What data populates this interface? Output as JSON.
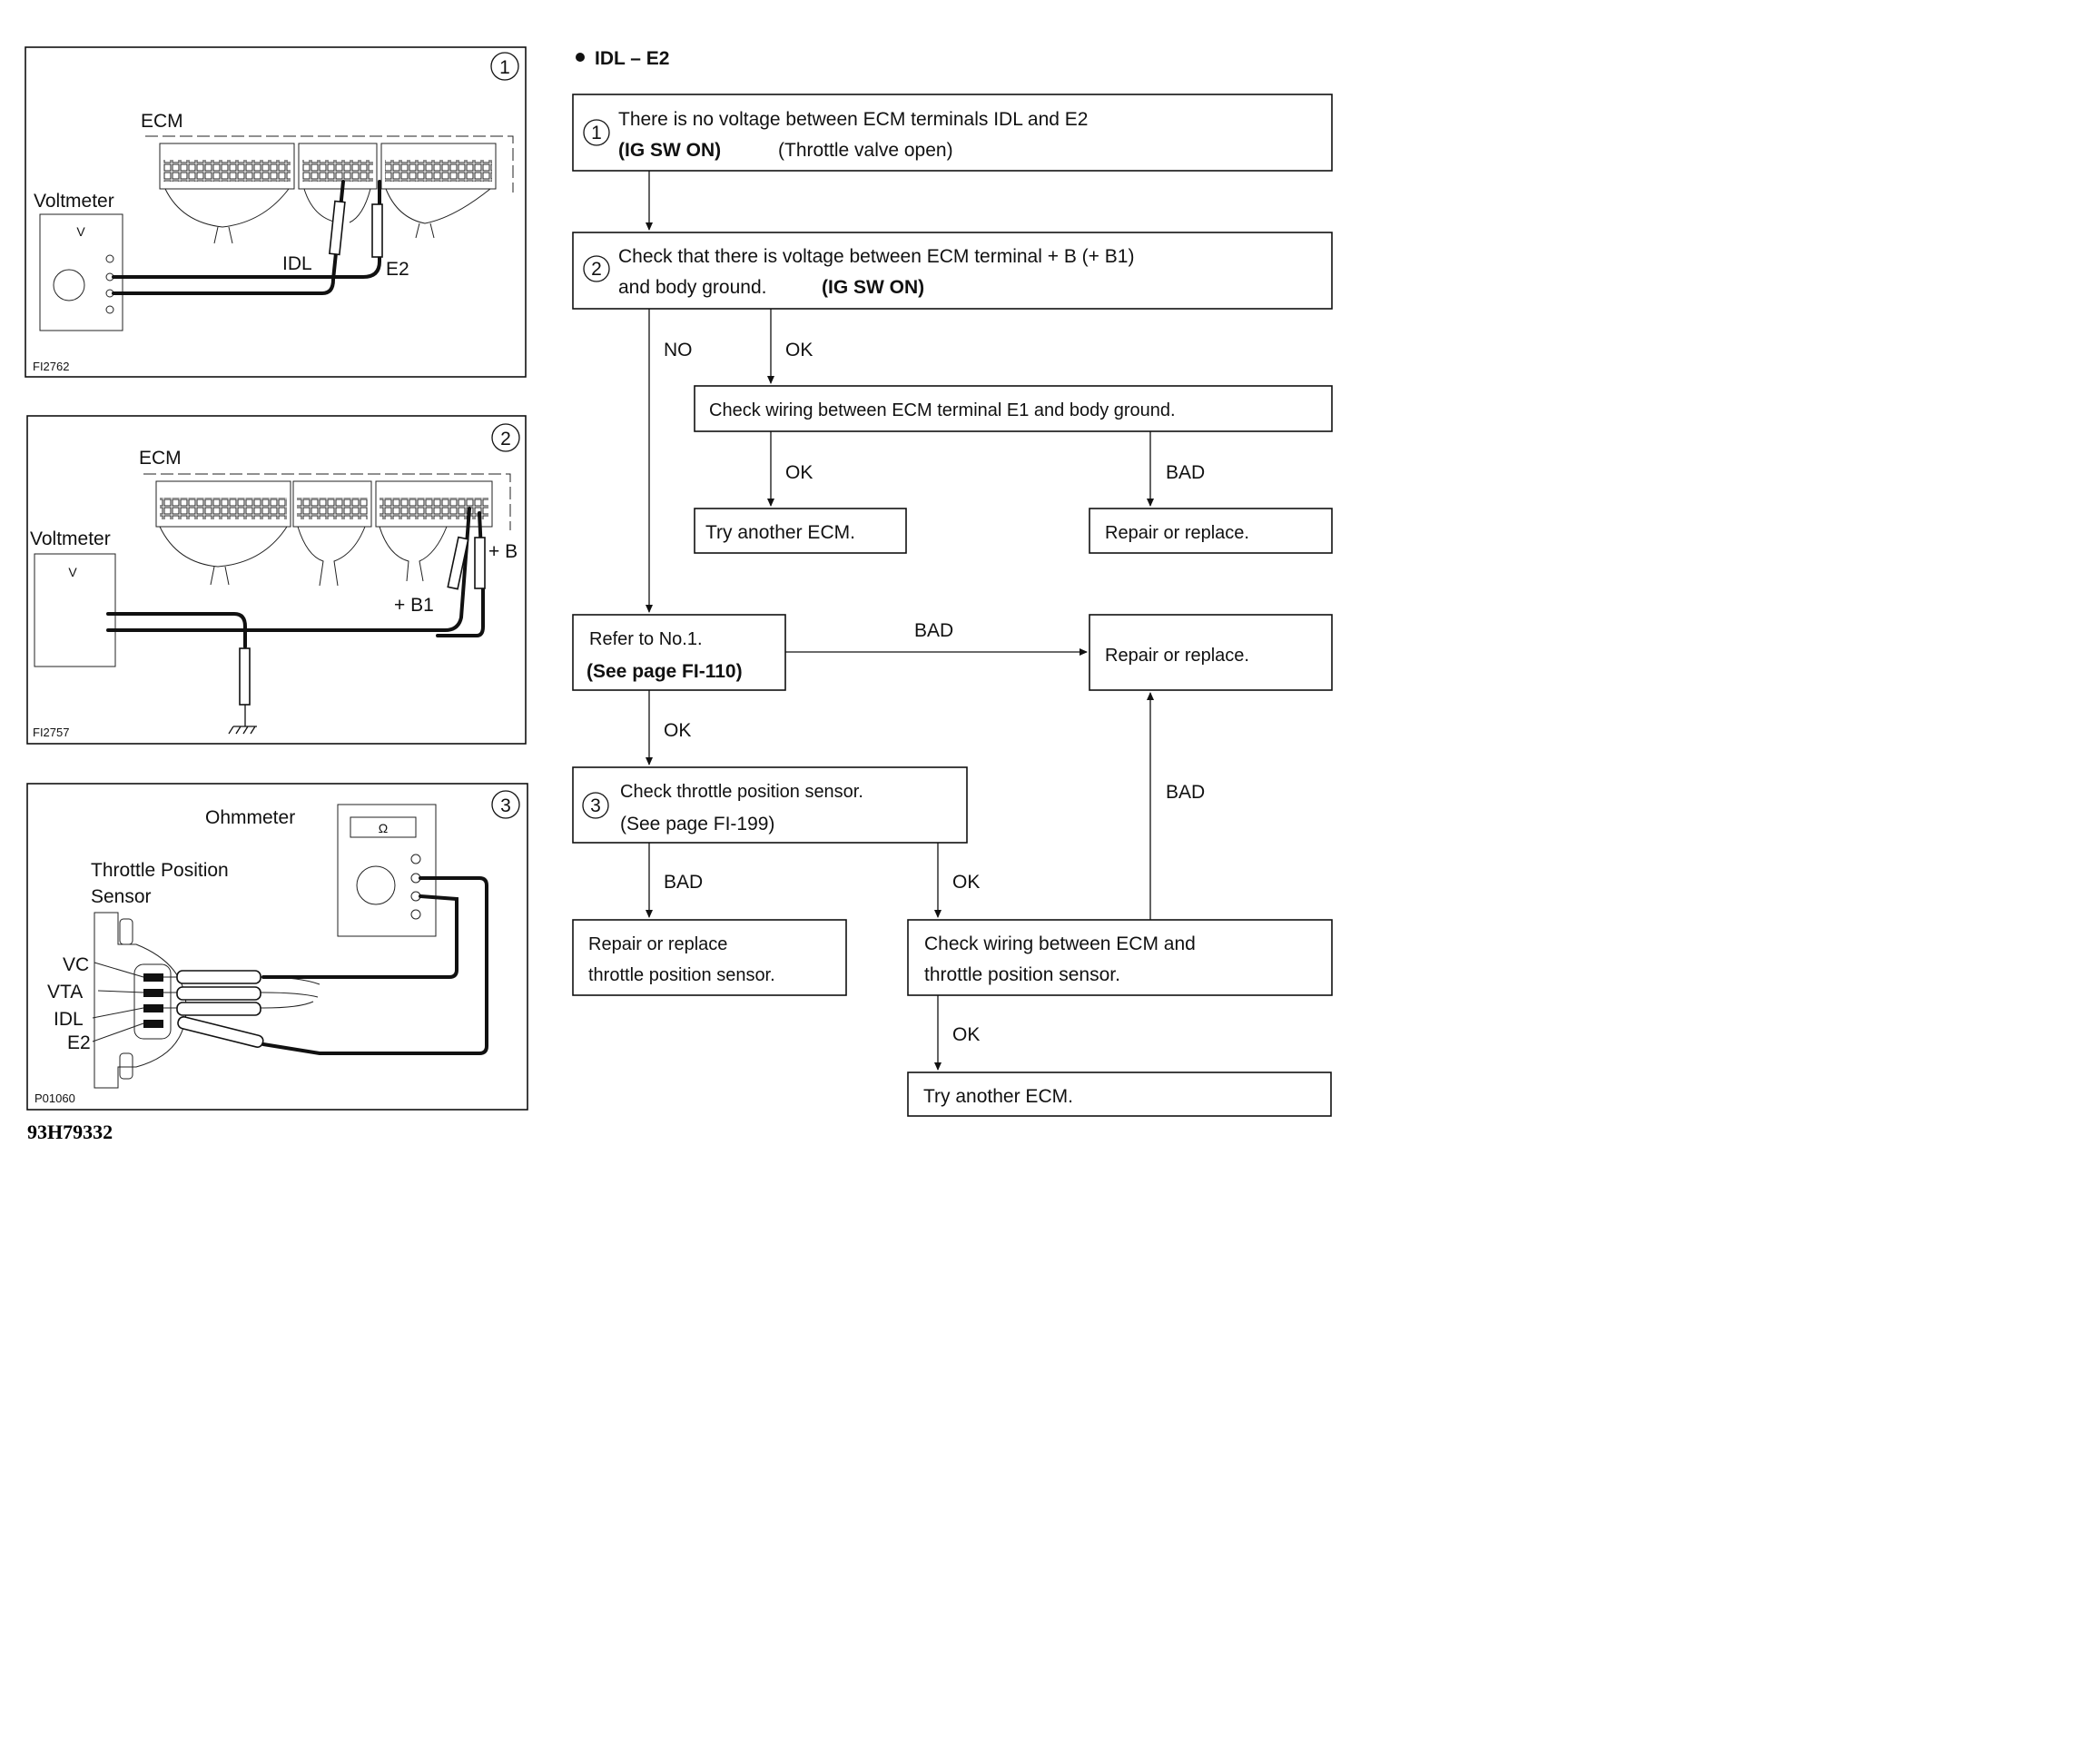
{
  "section_title": "IDL – E2",
  "step1": {
    "number": "1",
    "line1": "There is no voltage between ECM terminals IDL and E2",
    "line2_bold": "(IG SW ON)",
    "line2_rest": "(Throttle valve open)"
  },
  "step2": {
    "number": "2",
    "line1": "Check that there is voltage between ECM terminal + B (+ B1)",
    "line2_pre": "and body ground.",
    "line2_bold": "(IG SW ON)"
  },
  "check_e1": "Check wiring between ECM terminal E1 and body ground.",
  "try_ecm_1": "Try another ECM.",
  "repair_1": "Repair or replace.",
  "refer": {
    "line1": "Refer to No.1.",
    "line2": "(See page FI-110)"
  },
  "repair_2": "Repair or replace.",
  "step3": {
    "number": "3",
    "line1": "Check throttle position sensor.",
    "line2": "(See page FI-199)"
  },
  "repair_tps": {
    "line1": "Repair or replace",
    "line2": "throttle position sensor."
  },
  "check_wiring": {
    "line1": "Check wiring between ECM and",
    "line2": "throttle position sensor."
  },
  "try_ecm_2": "Try another ECM.",
  "edges": {
    "no": "NO",
    "ok": "OK",
    "bad": "BAD"
  },
  "fig1": {
    "number": "1",
    "ecm": "ECM",
    "voltmeter": "Voltmeter",
    "meter_symbol": "V",
    "probe_a": "IDL",
    "probe_b": "E2",
    "code": "FI2762"
  },
  "fig2": {
    "number": "2",
    "ecm": "ECM",
    "voltmeter": "Voltmeter",
    "meter_symbol": "V",
    "probe_a": "+ B1",
    "probe_b": "+ B",
    "code": "FI2757"
  },
  "fig3": {
    "number": "3",
    "ohmmeter": "Ohmmeter",
    "meter_symbol": "Ω",
    "sensor_line1": "Throttle Position",
    "sensor_line2": "Sensor",
    "terminals": [
      "VC",
      "VTA",
      "IDL",
      "E2"
    ],
    "code": "P01060"
  },
  "doc_id": "93H79332"
}
